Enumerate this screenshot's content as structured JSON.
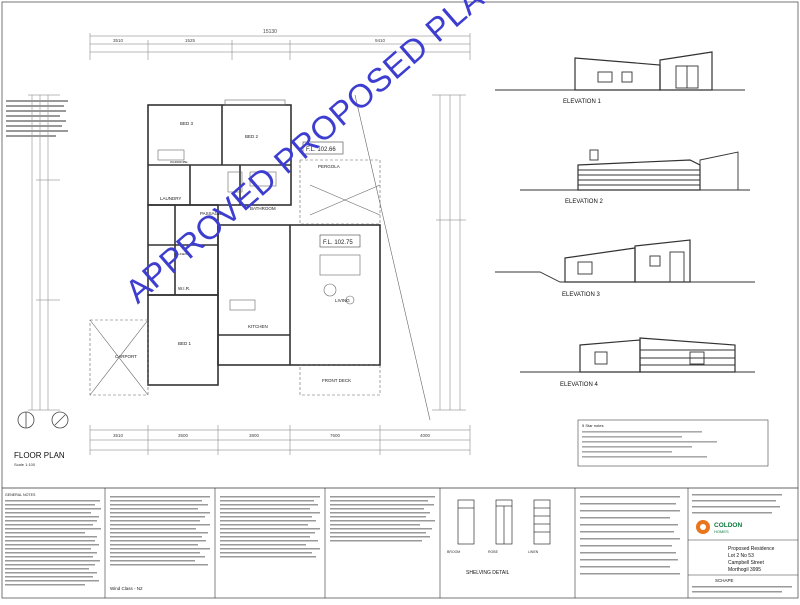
{
  "stamp": "APPROVED PROPOSED PLANS",
  "floor_plan": {
    "title": "FLOOR PLAN",
    "scale": "Scale 1:100",
    "room_labels": {
      "bed3": "BED 3",
      "bed2": "BED 2",
      "bed1": "BED 1",
      "bathroom": "BATHROOM",
      "laundry": "LAUNDRY",
      "passage": "PASSAGE",
      "wir": "W.I.R.",
      "kitchen": "KITCHEN",
      "living": "LIVING",
      "carport": "CARPORT",
      "pergola": "PERGOLA",
      "front_deck": "FRONT DECK",
      "wardrobe": "WARDROBE",
      "linen": "LINEN"
    },
    "floor_level_1": "F.L. 102.66",
    "floor_level_2": "F.L. 102.75",
    "dims_top": [
      "3510",
      "1525",
      "9410"
    ],
    "dims_overall": "15130",
    "dims_bottom": [
      "3510",
      "3500",
      "3800",
      "7600",
      "4000"
    ]
  },
  "elevations": {
    "e1": "ELEVATION 1",
    "e2": "ELEVATION 2",
    "e3": "ELEVATION 3",
    "e4": "ELEVATION 4"
  },
  "shelving": {
    "title": "SHELVING DETAIL",
    "labels": [
      "BROOM",
      "ROBE",
      "LINEN"
    ]
  },
  "title_block": {
    "company": "COLDON",
    "company_sub": "HOMES",
    "project": "Proposed Residence",
    "lot": "Lot 2 No 53",
    "street": "Campbell Street",
    "town": "Morthogil 3995",
    "client": "SCHAPE"
  },
  "notes_title": "5 Star notes",
  "wind_class": "Wind Class - N2",
  "general_notes_heading": "GENERAL NOTES"
}
